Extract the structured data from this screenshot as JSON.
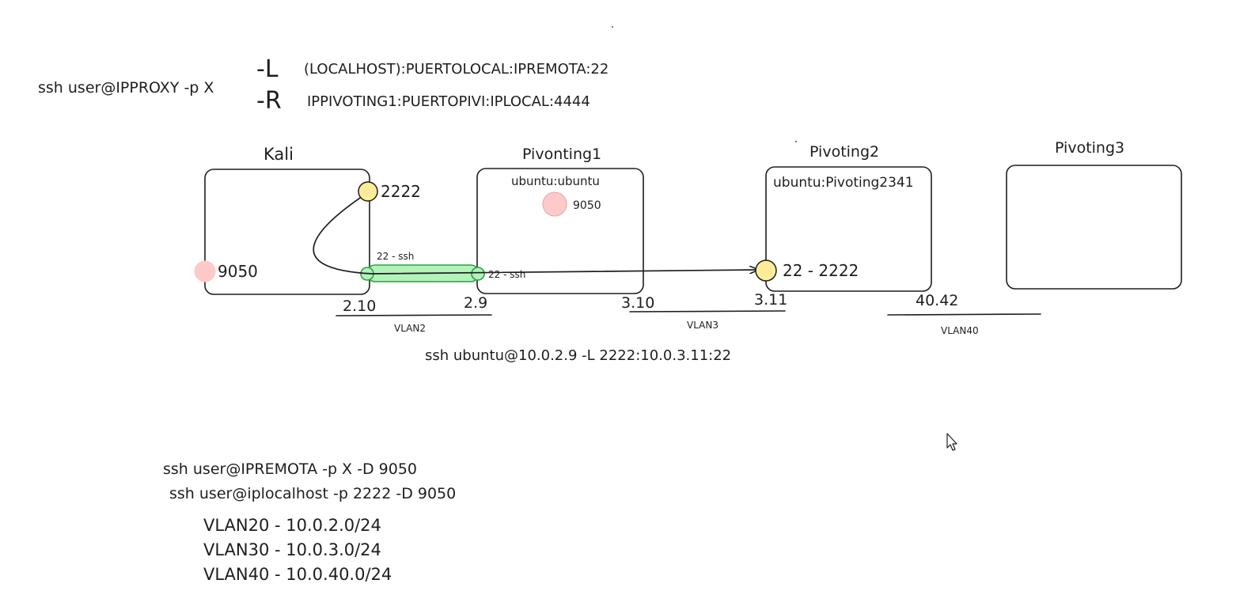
{
  "header_cmd": {
    "base": "ssh user@IPPROXY -p X",
    "flag_l": "-L",
    "flag_l_args": "(LOCALHOST):PUERTOLOCAL:IPREMOTA:22",
    "flag_r": "-R",
    "flag_r_args": "IPPIVOTING1:PUERTOPIVI:IPLOCAL:4444"
  },
  "hosts": {
    "kali": {
      "title": "Kali",
      "port_top": "2222",
      "port_left": "9050"
    },
    "pivoting1": {
      "title": "Pivonting1",
      "creds": "ubuntu:ubuntu",
      "port": "9050",
      "port_ssh_label": "22 - ssh"
    },
    "pivoting2": {
      "title": "Pivoting2",
      "creds": "ubuntu:Pivoting2341",
      "port": "22 - 2222"
    },
    "pivoting3": {
      "title": "Pivoting3"
    }
  },
  "tunnel": {
    "label": "22 - ssh"
  },
  "ips": {
    "kali_vlan2": "2.10",
    "piv1_vlan2": "2.9",
    "piv1_vlan3": "3.10",
    "piv2_vlan3": "3.11",
    "piv2_vlan40": "40.42"
  },
  "vlans": {
    "vlan2": "VLAN2",
    "vlan3": "VLAN3",
    "vlan40": "VLAN40"
  },
  "forward_cmd": "ssh ubuntu@10.0.2.9 -L 2222:10.0.3.11:22",
  "socks_cmds": [
    "ssh user@IPREMOTA -p X -D 9050",
    "ssh user@iplocalhost -p 2222 -D 9050"
  ],
  "subnets": [
    "VLAN20 - 10.0.2.0/24",
    "VLAN30 - 10.0.3.0/24",
    "VLAN40 - 10.0.40.0/24"
  ],
  "colors": {
    "port_yellow": "#ffec99",
    "port_yellow_stroke": "#1e1e1e",
    "port_red": "#ffc9c9",
    "tunnel_green": "#b2f2bb",
    "tunnel_green_stroke": "#2f9e44",
    "ink": "#1e1e1e"
  }
}
